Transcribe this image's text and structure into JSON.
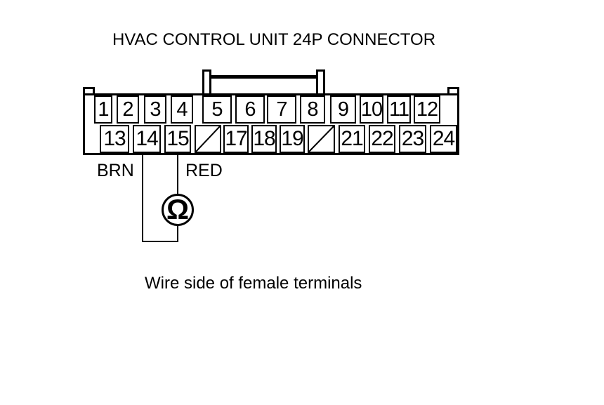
{
  "title": "HVAC CONTROL UNIT 24P CONNECTOR",
  "caption": "Wire side of female terminals",
  "connector": {
    "description": "24P connector, wire side of female terminals",
    "pins_top": [
      "1",
      "2",
      "3",
      "4",
      "5",
      "6",
      "7",
      "8",
      "9",
      "10",
      "11",
      "12"
    ],
    "pins_bottom": [
      "13",
      "14",
      "15",
      "",
      "17",
      "18",
      "19",
      "",
      "21",
      "22",
      "23",
      "24"
    ],
    "no_connection_pins": [
      "16",
      "20"
    ]
  },
  "measurement": {
    "meter_symbol": "Ω",
    "meter_type": "ohmmeter",
    "wire_14_color": "BRN",
    "wire_15_color": "RED"
  },
  "colors": {
    "line": "#000000",
    "background": "#ffffff"
  }
}
